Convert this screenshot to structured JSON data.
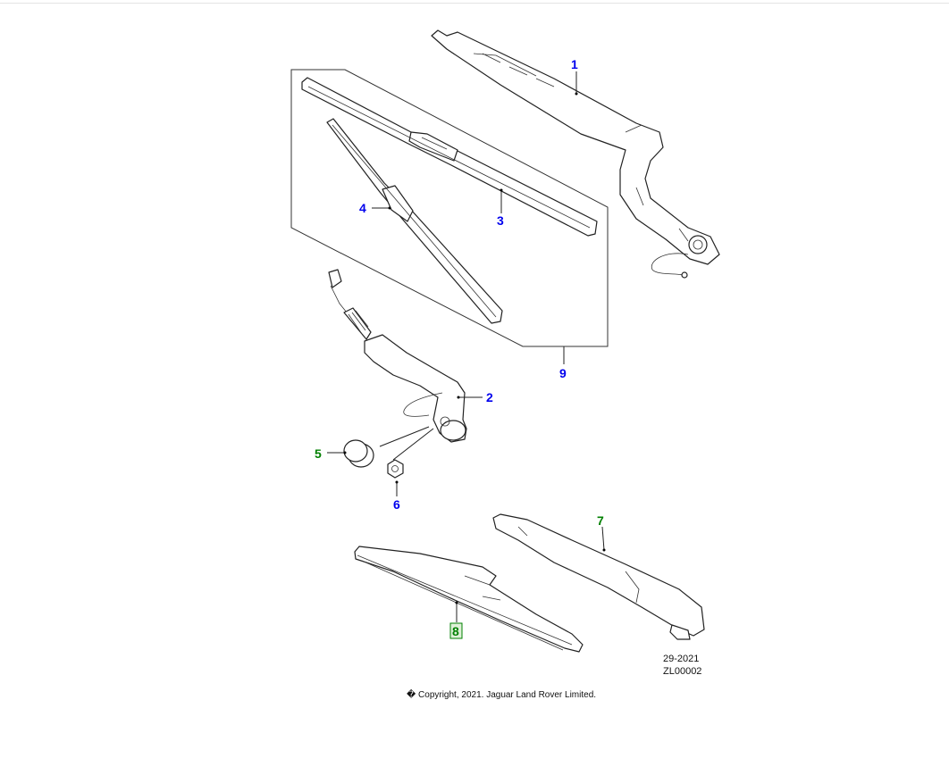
{
  "diagram": {
    "callouts": [
      {
        "id": "1",
        "color": "#0000ee"
      },
      {
        "id": "2",
        "color": "#0000ee"
      },
      {
        "id": "3",
        "color": "#0000ee"
      },
      {
        "id": "4",
        "color": "#0000ee"
      },
      {
        "id": "5",
        "color": "#008000"
      },
      {
        "id": "6",
        "color": "#0000ee"
      },
      {
        "id": "7",
        "color": "#008000"
      },
      {
        "id": "8",
        "color": "#008000"
      },
      {
        "id": "9",
        "color": "#0000ee"
      }
    ],
    "date_code": "29-2021",
    "illustration_code": "ZL00002",
    "copyright": "� Copyright, 2021. Jaguar Land Rover Limited."
  }
}
